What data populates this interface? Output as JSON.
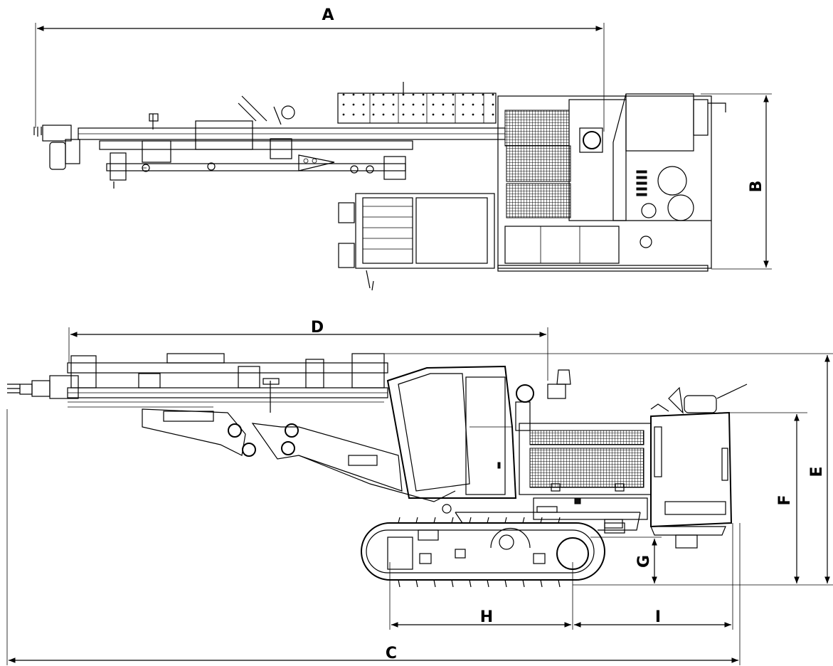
{
  "dimension_labels": {
    "a": "A",
    "b": "B",
    "c": "C",
    "d": "D",
    "e": "E",
    "f": "F",
    "g": "G",
    "h": "H",
    "i": "I"
  },
  "colors": {
    "line": "#000000",
    "background": "#ffffff"
  }
}
